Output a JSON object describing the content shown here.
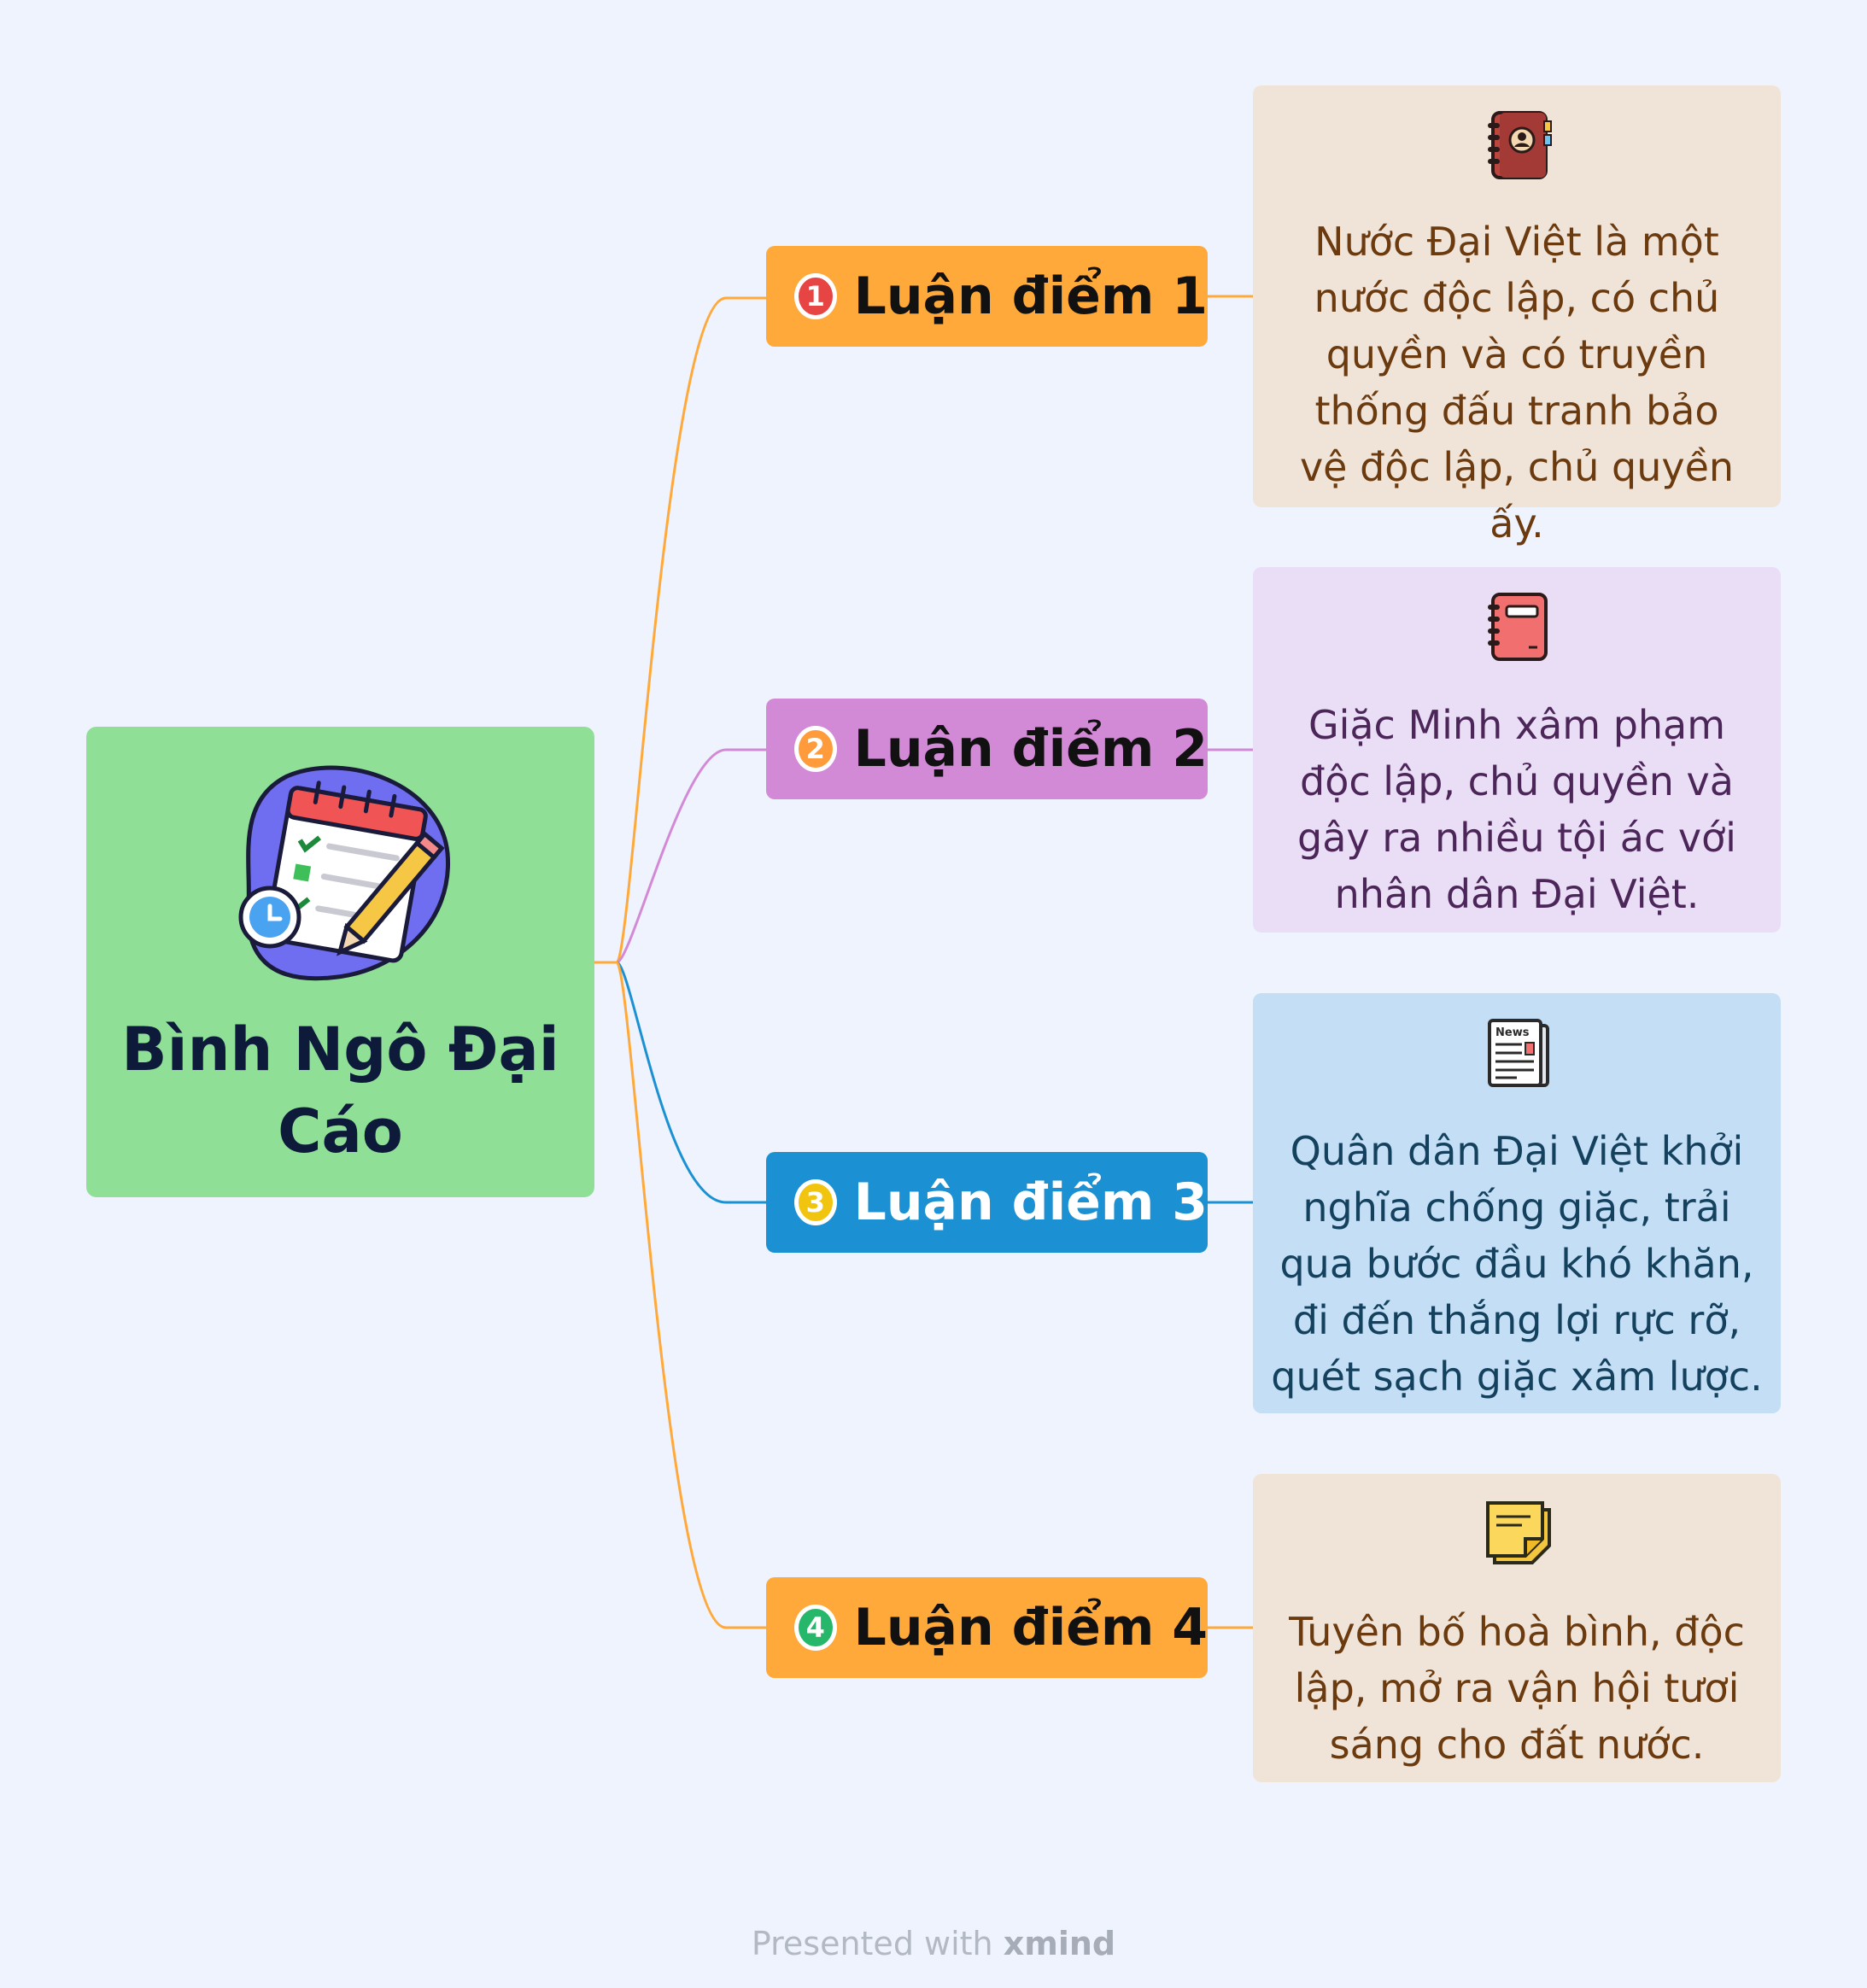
{
  "root": {
    "title": "Bình Ngô Đại Cáo",
    "icon": "checklist-calendar-icon"
  },
  "branches": [
    {
      "number": "1",
      "label": "Luận điểm 1",
      "color": "#ffa93a",
      "label_color": "#111111",
      "number_color": "#e74444",
      "note": {
        "text": "Nước Đại Việt là một nước độc lập, có chủ quyền và có truyền thống đấu tranh bảo vệ độc lập, chủ quyền ấy.",
        "background": "#f0e4d9",
        "text_color": "#6b3a0e",
        "icon": "contact-book-icon"
      }
    },
    {
      "number": "2",
      "label": "Luận điểm 2",
      "color": "#d38ad6",
      "label_color": "#111111",
      "number_color": "#ff9b3a",
      "note": {
        "text": "Giặc Minh xâm phạm độc lập, chủ quyền và gây ra nhiều tội ác với nhân dân Đại Việt.",
        "background": "#e9def6",
        "text_color": "#4c2658",
        "icon": "notebook-icon"
      }
    },
    {
      "number": "3",
      "label": "Luận điểm 3",
      "color": "#1b91d3",
      "label_color": "#ffffff",
      "number_color": "#f1c40f",
      "note": {
        "text": "Quân dân Đại Việt khởi nghĩa chống giặc, trải qua bước đầu khó khăn, đi đến thắng lợi rực rỡ, quét sạch giặc xâm lược.",
        "background": "#c4def5",
        "text_color": "#14425e",
        "icon": "newspaper-icon",
        "icon_text": "News"
      }
    },
    {
      "number": "4",
      "label": "Luận điểm 4",
      "color": "#ffa93a",
      "label_color": "#111111",
      "number_color": "#27b76a",
      "note": {
        "text": "Tuyên bố hoà bình, độc lập, mở ra vận hội tươi sáng cho đất nước.",
        "background": "#f0e4d9",
        "text_color": "#6b3a0e",
        "icon": "sticky-note-icon"
      }
    }
  ],
  "footer": {
    "prefix": "Presented with",
    "brand": "xmind"
  }
}
